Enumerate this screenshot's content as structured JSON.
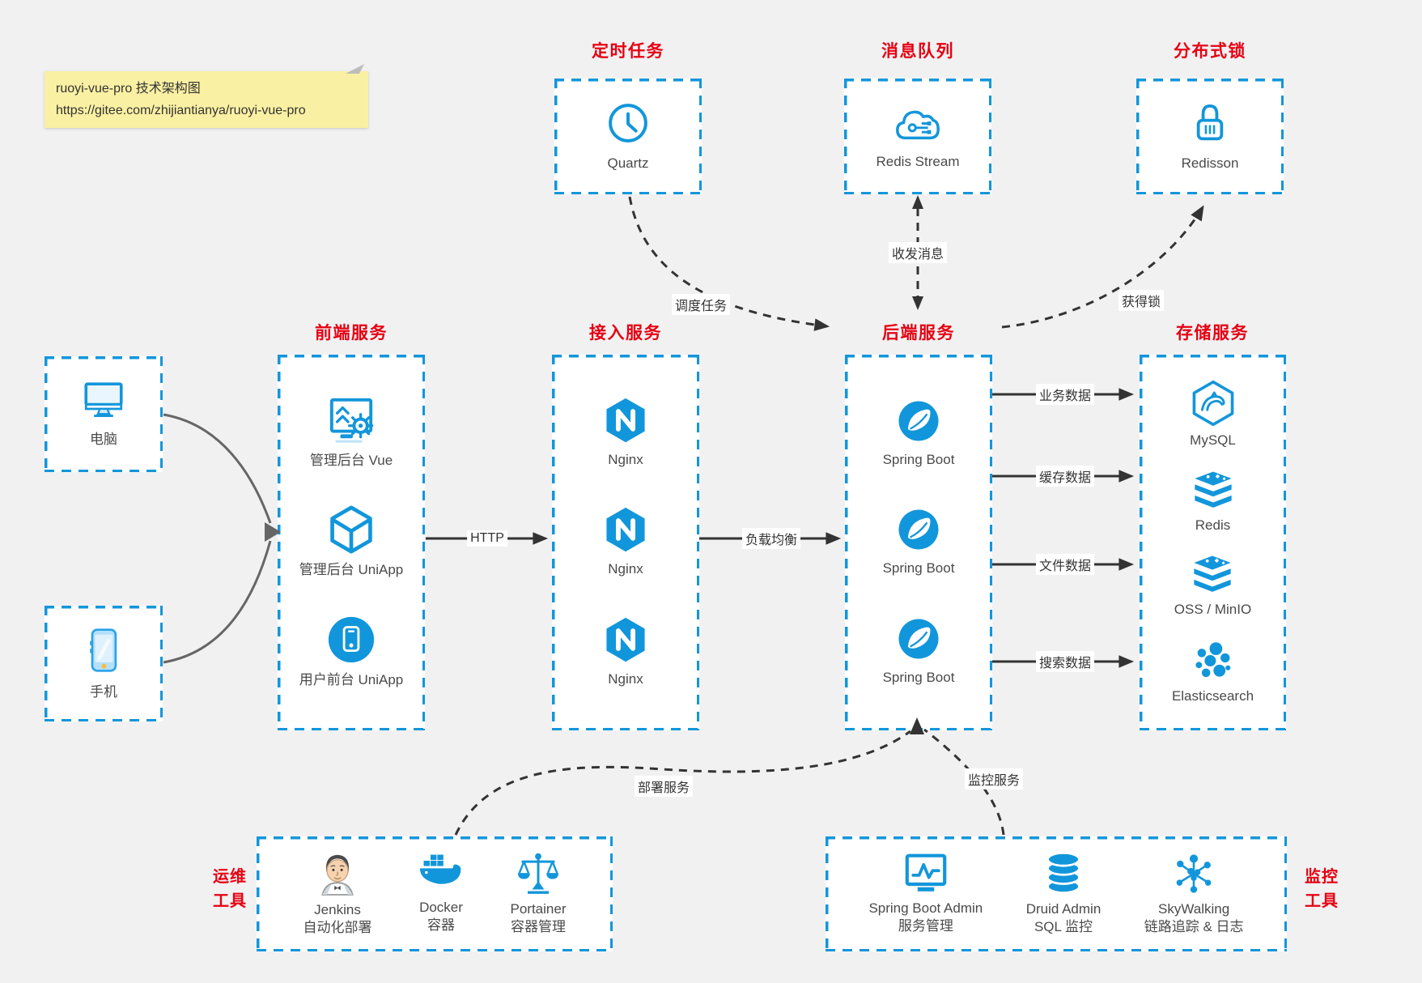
{
  "note": {
    "line1": "ruoyi-vue-pro 技术架构图",
    "line2": "https://gitee.com/zhijiantianya/ruoyi-vue-pro"
  },
  "palette": {
    "accent_blue": "#1296db",
    "title_red": "#e60012",
    "canvas_gray": "#f1f1f2",
    "arrow_black": "#333333",
    "client_arrow_gray": "#666666",
    "note_yellow": "#faf0a3"
  },
  "top_services": [
    {
      "title": "定时任务",
      "label": "Quartz",
      "icon": "clock-icon"
    },
    {
      "title": "消息队列",
      "label": "Redis Stream",
      "icon": "cloud-circuit-icon"
    },
    {
      "title": "分布式锁",
      "label": "Redisson",
      "icon": "padlock-icon"
    }
  ],
  "clients": [
    {
      "label": "电脑",
      "icon": "desktop-icon"
    },
    {
      "label": "手机",
      "icon": "smartphone-icon"
    }
  ],
  "columns": {
    "frontend": {
      "title": "前端服务",
      "items": [
        {
          "label": "管理后台 Vue",
          "icon": "admin-vue-icon"
        },
        {
          "label": "管理后台 UniApp",
          "icon": "uniapp-cube-icon"
        },
        {
          "label": "用户前台 UniApp",
          "icon": "user-uniapp-icon"
        }
      ]
    },
    "access": {
      "title": "接入服务",
      "items": [
        {
          "label": "Nginx",
          "icon": "nginx-icon"
        },
        {
          "label": "Nginx",
          "icon": "nginx-icon"
        },
        {
          "label": "Nginx",
          "icon": "nginx-icon"
        }
      ]
    },
    "backend": {
      "title": "后端服务",
      "items": [
        {
          "label": "Spring Boot",
          "icon": "spring-icon"
        },
        {
          "label": "Spring Boot",
          "icon": "spring-icon"
        },
        {
          "label": "Spring Boot",
          "icon": "spring-icon"
        }
      ]
    },
    "storage": {
      "title": "存储服务",
      "items": [
        {
          "label": "MySQL",
          "icon": "mysql-icon"
        },
        {
          "label": "Redis",
          "icon": "redis-stack-icon"
        },
        {
          "label": "OSS / MinIO",
          "icon": "storage-stack-icon"
        },
        {
          "label": "Elasticsearch",
          "icon": "elasticsearch-icon"
        }
      ]
    }
  },
  "ops_tools": {
    "side_label_line1": "运维",
    "side_label_line2": "工具",
    "items": [
      {
        "name": "Jenkins",
        "desc": "自动化部署",
        "icon": "jenkins-icon"
      },
      {
        "name": "Docker",
        "desc": "容器",
        "icon": "docker-icon"
      },
      {
        "name": "Portainer",
        "desc": "容器管理",
        "icon": "portainer-icon"
      }
    ]
  },
  "monitor_tools": {
    "side_label_line1": "监控",
    "side_label_line2": "工具",
    "items": [
      {
        "name": "Spring Boot Admin",
        "desc": "服务管理",
        "icon": "monitor-chart-icon"
      },
      {
        "name": "Druid Admin",
        "desc": "SQL 监控",
        "icon": "database-icon"
      },
      {
        "name": "SkyWalking",
        "desc": "链路追踪 & 日志",
        "icon": "network-nodes-icon"
      }
    ]
  },
  "edge_labels": {
    "http": "HTTP",
    "load_balance": "负载均衡",
    "schedule_job": "调度任务",
    "send_receive_message": "收发消息",
    "acquire_lock": "获得锁",
    "business_data": "业务数据",
    "cache_data": "缓存数据",
    "file_data": "文件数据",
    "search_data": "搜索数据",
    "deploy_service": "部署服务",
    "monitor_service": "监控服务"
  }
}
